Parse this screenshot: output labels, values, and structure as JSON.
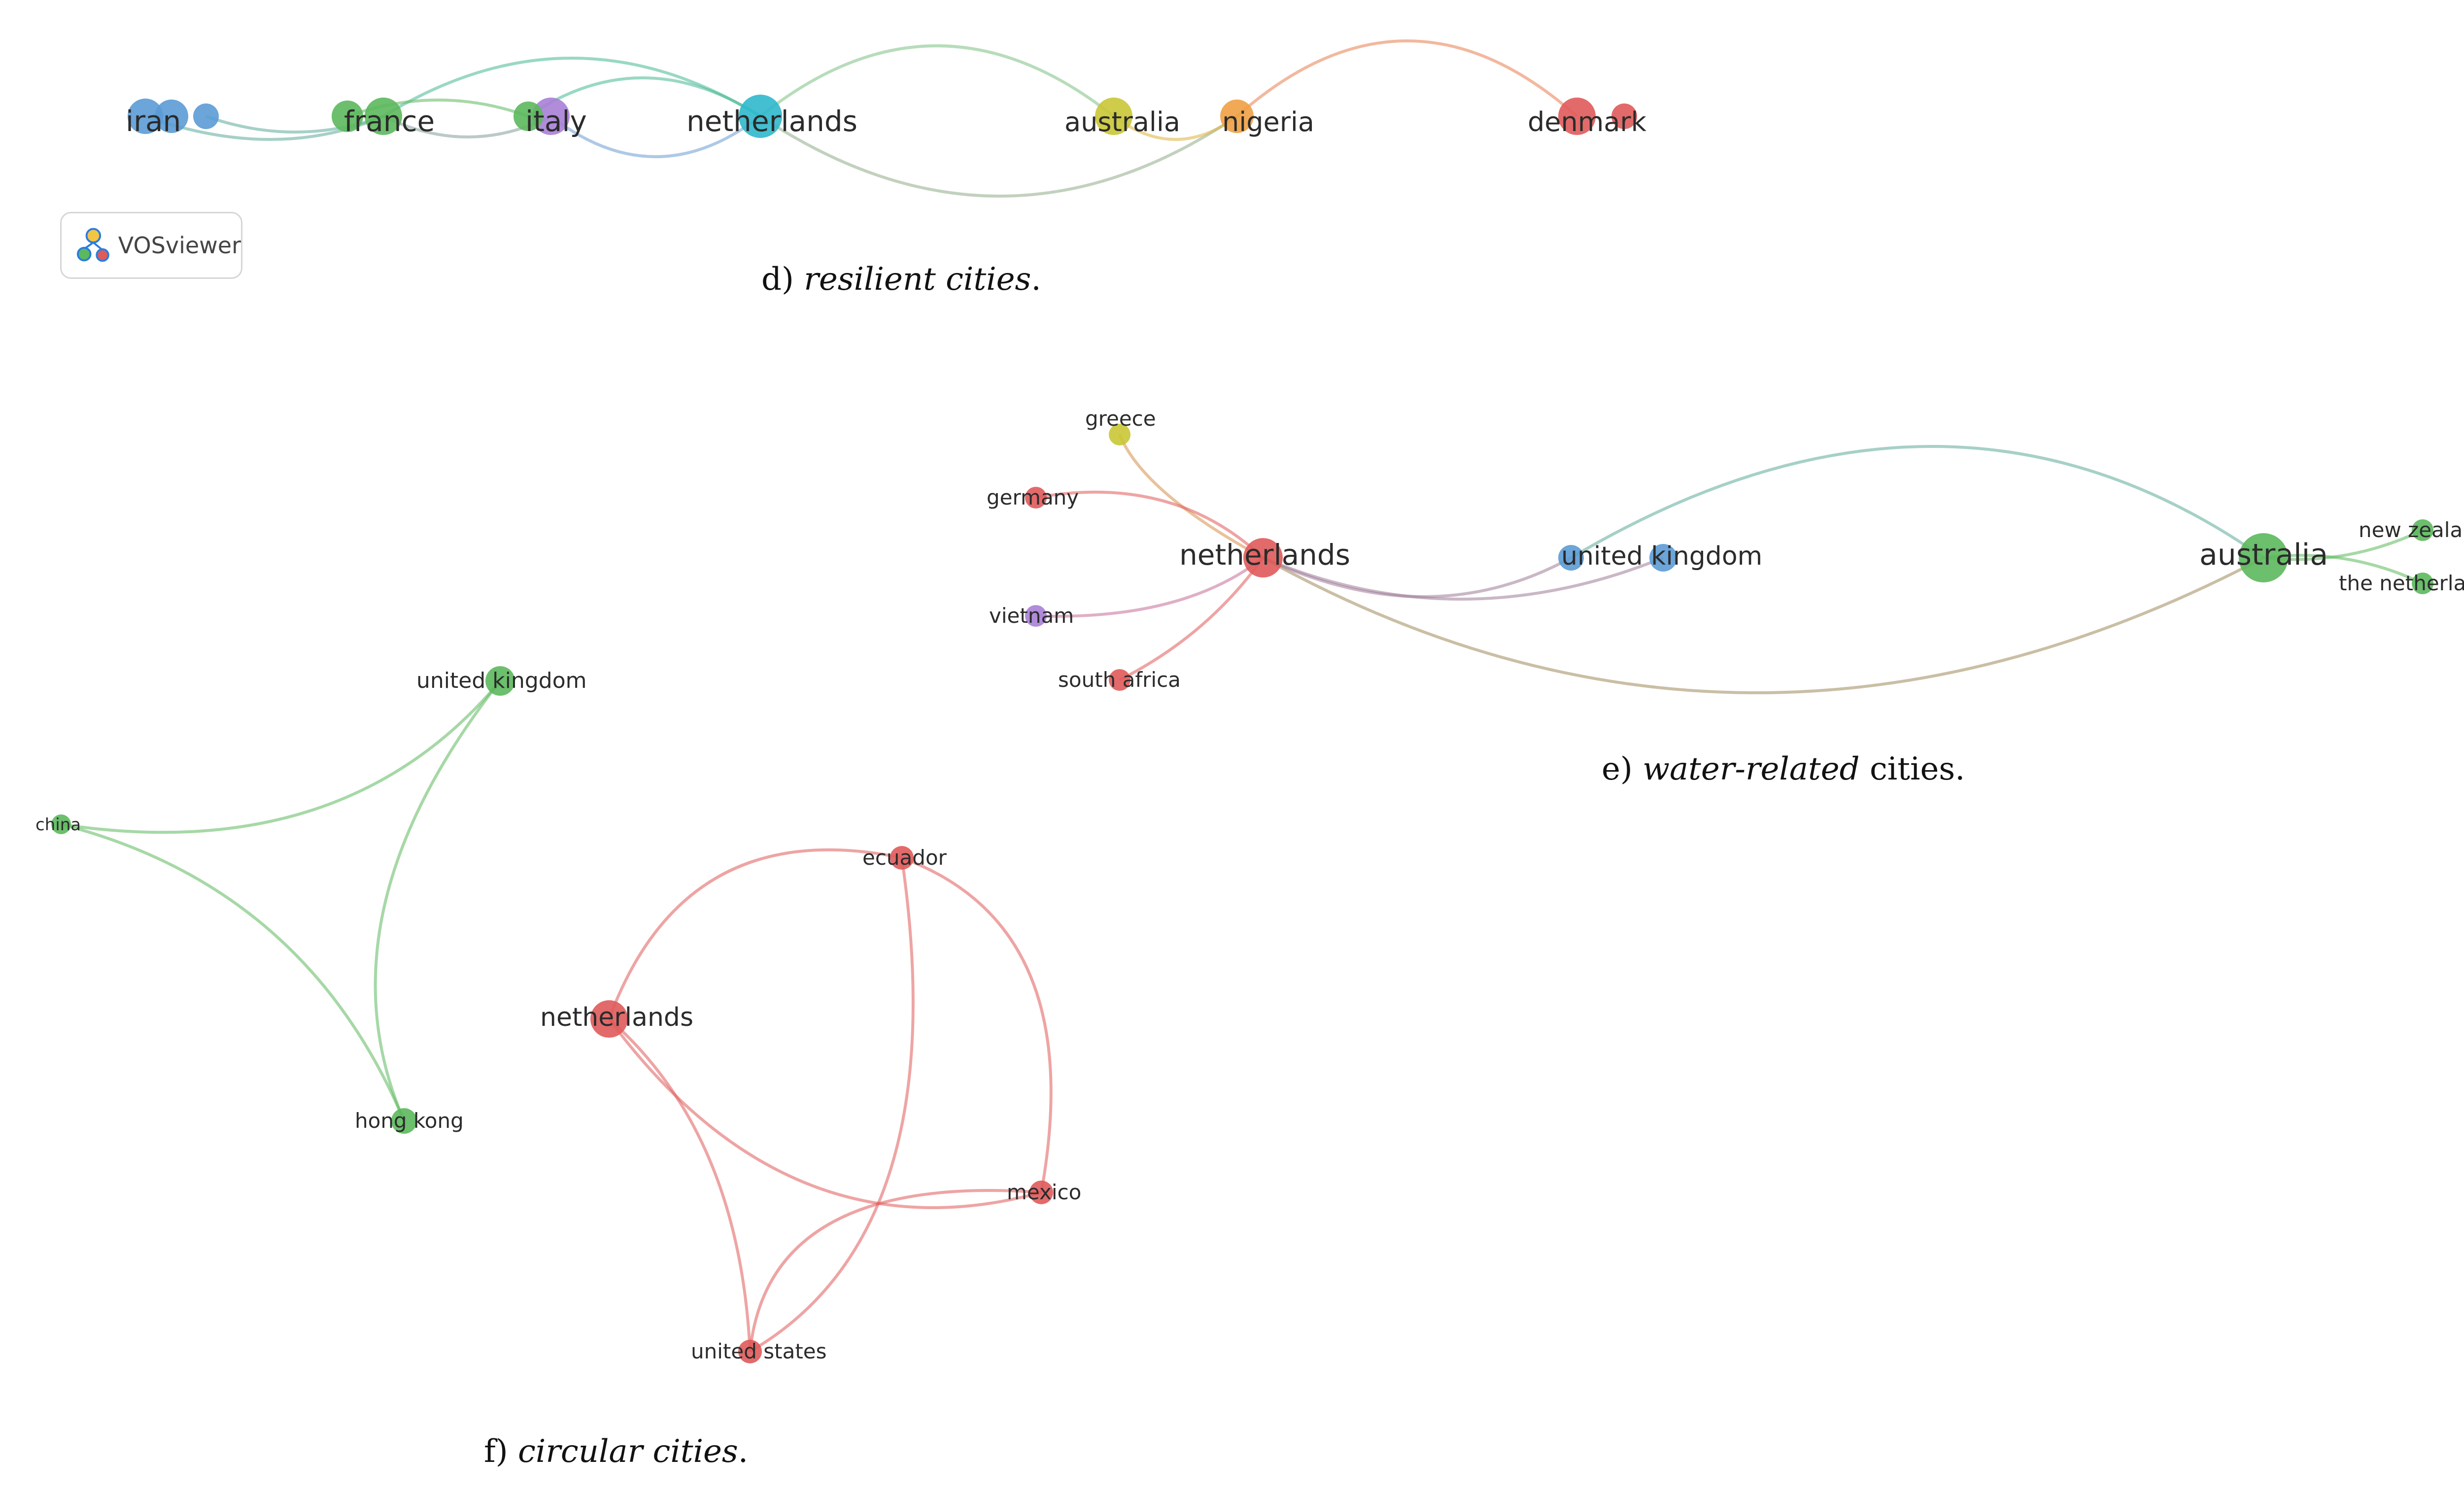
{
  "badge": {
    "label": "VOSviewer",
    "icon": "vosviewer-logo-icon"
  },
  "panels": [
    {
      "id": "d",
      "caption": {
        "prefix": "d) ",
        "title": "resilient cities",
        "suffix": "."
      },
      "nodes": [
        {
          "id": "iran",
          "label": "iran",
          "cluster": "blue"
        },
        {
          "id": "iran-b",
          "label": "",
          "cluster": "blue"
        },
        {
          "id": "iran-c",
          "label": "",
          "cluster": "blue"
        },
        {
          "id": "france",
          "label": "france",
          "cluster": "green"
        },
        {
          "id": "france-b",
          "label": "",
          "cluster": "green"
        },
        {
          "id": "italy",
          "label": "italy",
          "cluster": "purple"
        },
        {
          "id": "italy-b",
          "label": "",
          "cluster": "green"
        },
        {
          "id": "netherlands",
          "label": "netherlands",
          "cluster": "teal"
        },
        {
          "id": "australia",
          "label": "australia",
          "cluster": "yellow"
        },
        {
          "id": "nigeria",
          "label": "nigeria",
          "cluster": "orange"
        },
        {
          "id": "denmark",
          "label": "denmark",
          "cluster": "red"
        },
        {
          "id": "denmark-b",
          "label": "",
          "cluster": "red"
        }
      ],
      "links": [
        [
          "iran",
          "france"
        ],
        [
          "iran-c",
          "france"
        ],
        [
          "france",
          "netherlands"
        ],
        [
          "france",
          "italy"
        ],
        [
          "france-b",
          "italy-b"
        ],
        [
          "italy",
          "netherlands"
        ],
        [
          "italy-b",
          "netherlands"
        ],
        [
          "netherlands",
          "australia"
        ],
        [
          "netherlands",
          "nigeria"
        ],
        [
          "australia",
          "nigeria"
        ],
        [
          "nigeria",
          "denmark"
        ]
      ]
    },
    {
      "id": "e",
      "caption": {
        "prefix": "e) ",
        "title": "water-related",
        "suffix": " cities."
      },
      "nodes": [
        {
          "id": "greece",
          "label": "greece",
          "cluster": "yellow"
        },
        {
          "id": "germany",
          "label": "germany",
          "cluster": "red"
        },
        {
          "id": "netherlands",
          "label": "netherlands",
          "cluster": "red"
        },
        {
          "id": "vietnam",
          "label": "vietnam",
          "cluster": "purple"
        },
        {
          "id": "south-africa",
          "label": "south africa",
          "cluster": "red"
        },
        {
          "id": "uk-a",
          "label": "united kingdom",
          "cluster": "blue"
        },
        {
          "id": "uk-b",
          "label": "",
          "cluster": "blue"
        },
        {
          "id": "australia",
          "label": "australia",
          "cluster": "green"
        },
        {
          "id": "new-zealand",
          "label": "new zealand",
          "cluster": "green"
        },
        {
          "id": "the-netherlands",
          "label": "the netherlands",
          "cluster": "green"
        }
      ],
      "links": [
        [
          "netherlands",
          "greece"
        ],
        [
          "netherlands",
          "germany"
        ],
        [
          "netherlands",
          "vietnam"
        ],
        [
          "netherlands",
          "south-africa"
        ],
        [
          "netherlands",
          "uk-a"
        ],
        [
          "netherlands",
          "uk-b"
        ],
        [
          "netherlands",
          "australia"
        ],
        [
          "uk-a",
          "australia"
        ],
        [
          "australia",
          "new-zealand"
        ],
        [
          "australia",
          "the-netherlands"
        ]
      ]
    },
    {
      "id": "f",
      "caption": {
        "prefix": "f) ",
        "title": "circular cities",
        "suffix": "."
      },
      "nodes": [
        {
          "id": "united-kingdom",
          "label": "united kingdom",
          "cluster": "green"
        },
        {
          "id": "china",
          "label": "china",
          "cluster": "green"
        },
        {
          "id": "hong-kong",
          "label": "hong kong",
          "cluster": "green"
        },
        {
          "id": "netherlands",
          "label": "netherlands",
          "cluster": "red"
        },
        {
          "id": "ecuador",
          "label": "ecuador",
          "cluster": "red"
        },
        {
          "id": "mexico",
          "label": "mexico",
          "cluster": "red"
        },
        {
          "id": "united-states",
          "label": "united states",
          "cluster": "red"
        }
      ],
      "links": [
        [
          "china",
          "united-kingdom"
        ],
        [
          "china",
          "hong-kong"
        ],
        [
          "united-kingdom",
          "hong-kong"
        ],
        [
          "netherlands",
          "ecuador"
        ],
        [
          "netherlands",
          "mexico"
        ],
        [
          "netherlands",
          "united-states"
        ],
        [
          "ecuador",
          "mexico"
        ],
        [
          "ecuador",
          "united-states"
        ],
        [
          "mexico",
          "united-states"
        ]
      ]
    }
  ],
  "clusters": {
    "blue": "#5b9bd5",
    "green": "#5cb85c",
    "purple": "#a97fd6",
    "teal": "#2fb8cc",
    "yellow": "#c9c635",
    "orange": "#f0a043",
    "red": "#e05a5a"
  }
}
